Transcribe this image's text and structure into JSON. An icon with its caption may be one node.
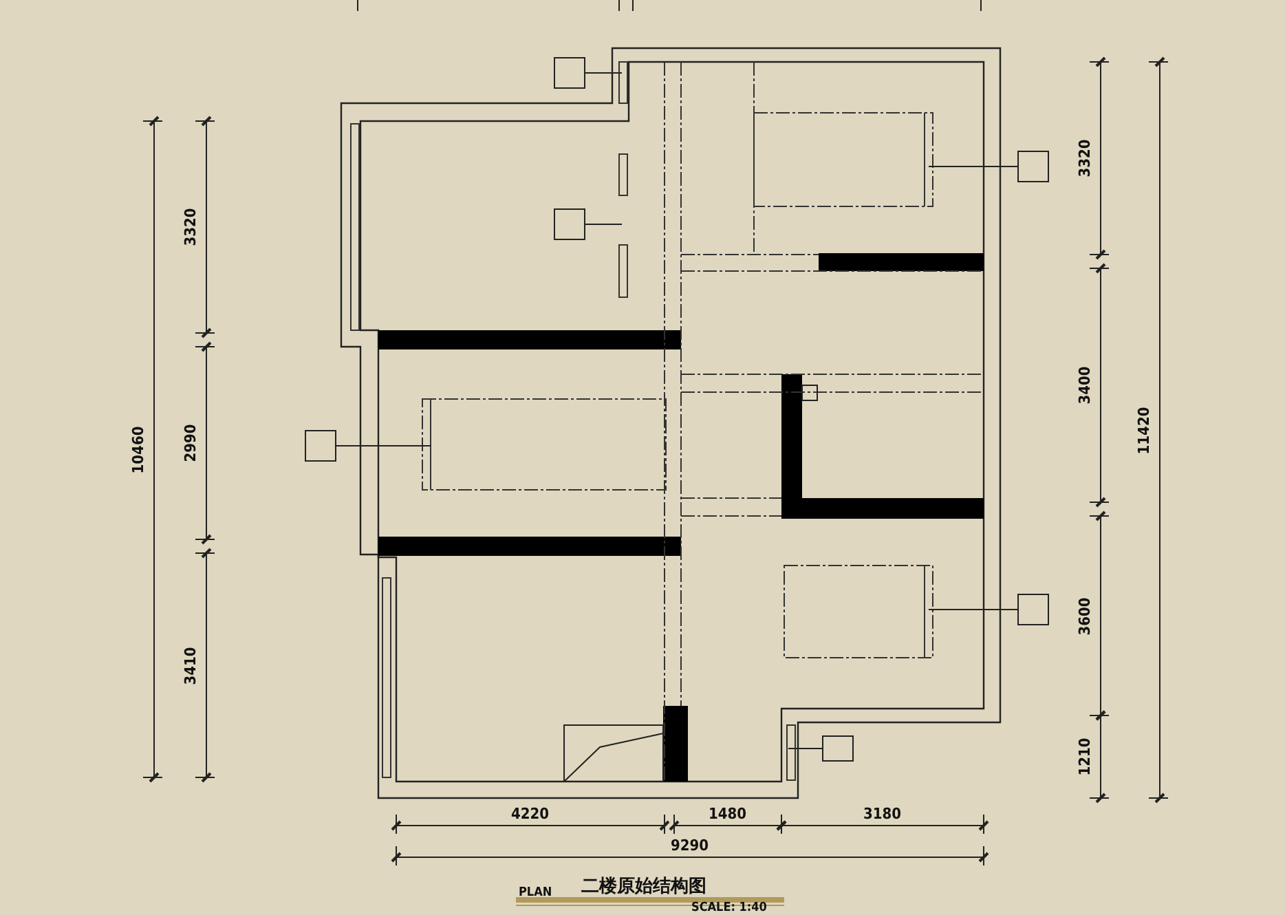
{
  "diagram": {
    "title": "二楼原始结构图",
    "labels": [
      "3320",
      "2990",
      "3410",
      "10460",
      "3320",
      "3400",
      "3600",
      "1210",
      "11420",
      "4220",
      "1480",
      "3180",
      "9290",
      "PLAN",
      "SCALE: 1:40"
    ]
  }
}
